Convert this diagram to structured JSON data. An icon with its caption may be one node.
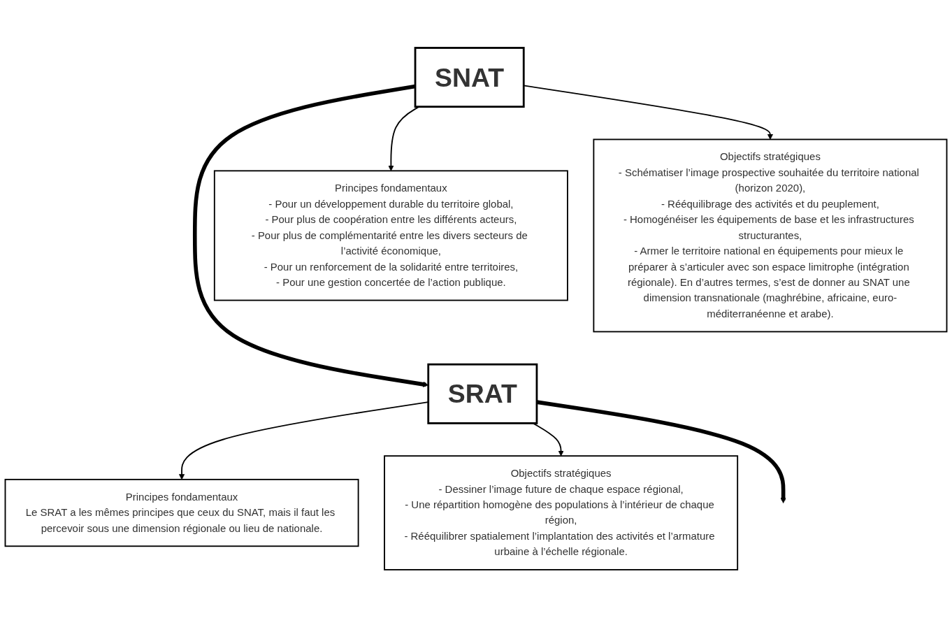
{
  "diagram": {
    "nodes": [
      {
        "text": [
          "SNAT"
        ]
      },
      {
        "text": [
          "Principes fondamentaux",
          "- Pour un développement durable du territoire global,",
          "- Pour plus de coopération entre les différents acteurs,",
          "- Pour plus de complémentarité entre les divers secteurs de l’activité économique,",
          "- Pour un renforcement de la solidarité entre territoires,",
          "- Pour une gestion concertée de l’action publique."
        ]
      },
      {
        "text": [
          "Objectifs stratégiques",
          "- Schématiser l’image prospective souhaitée du territoire national (horizon 2020),",
          "- Rééquilibrage des activités et du peuplement,",
          "- Homogénéiser les équipements de base et les infrastructures structurantes,",
          "- Armer le territoire national en équipements pour mieux le préparer à s’articuler avec son espace limitrophe (intégration régionale). En d’autres termes, s’est de donner au SNAT une dimension transnationale (maghrébine, africaine, euro-méditerranéenne et arabe)."
        ]
      },
      {
        "text": [
          "SRAT"
        ]
      },
      {
        "text": [
          "Principes fondamentaux",
          "Le SRAT a les mêmes principes que ceux du SNAT, mais il faut les percevoir sous une dimension régionale ou lieu de nationale."
        ]
      },
      {
        "text": [
          "Objectifs stratégiques",
          "- Dessiner l’image future de chaque espace régional,",
          "- Une répartition homogène des populations à l’intérieur de chaque région,",
          "- Rééquilibrer spatialement l’implantation des activités et l’armature urbaine à l’échelle régionale."
        ]
      }
    ],
    "edges": [
      {
        "from": 0,
        "to": 1,
        "arrow": "to"
      },
      {
        "from": 0,
        "to": 2,
        "arrow": "to"
      },
      {
        "from": 0,
        "to": 3,
        "arrow": "to",
        "style": "thick"
      },
      {
        "from": 3,
        "to": 4,
        "arrow": "to"
      },
      {
        "from": 3,
        "to": 5,
        "arrow": "to"
      },
      {
        "from": 3,
        "to": null,
        "arrow": "to",
        "style": "thick"
      }
    ]
  }
}
